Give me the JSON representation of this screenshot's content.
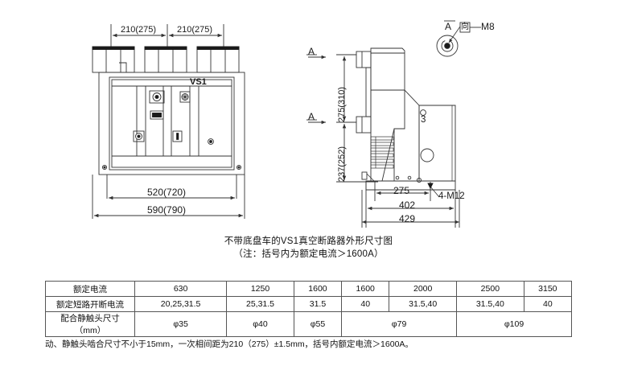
{
  "drawing": {
    "title_lines": [
      "不带底盘车的VS1真空断路器外形尺寸图",
      "（注：括号内为额定电流＞1600A）"
    ],
    "front_view": {
      "device_label": "VS1",
      "top_dim_left": "210(275)",
      "top_dim_right": "210(275)",
      "bottom_dim_inner": "520(720)",
      "bottom_dim_outer": "590(790)"
    },
    "side_view": {
      "section_arrow_top": "A",
      "section_arrow_bottom": "A",
      "vert_dim_top": "275(310)",
      "vert_dim_bottom": "237(252)",
      "horiz_dim_1": "275",
      "horiz_dim_2": "402",
      "horiz_dim_3": "429",
      "bolt_callout": "4-M12",
      "part_number": "3"
    },
    "detail_view": {
      "view_label": "A",
      "view_direction": "向",
      "thread_callout": "M8"
    }
  },
  "table": {
    "rows": [
      {
        "header": "额定电流",
        "cells": [
          {
            "text": "630",
            "span": 1
          },
          {
            "text": "1250",
            "span": 1
          },
          {
            "text": "1600",
            "span": 1
          },
          {
            "text": "1600",
            "span": 1
          },
          {
            "text": "2000",
            "span": 1
          },
          {
            "text": "2500",
            "span": 1
          },
          {
            "text": "3150",
            "span": 1
          }
        ]
      },
      {
        "header": "额定短路开断电流",
        "cells": [
          {
            "text": "20,25,31.5",
            "span": 1
          },
          {
            "text": "25,31.5",
            "span": 1
          },
          {
            "text": "31.5",
            "span": 1
          },
          {
            "text": "40",
            "span": 1
          },
          {
            "text": "31.5,40",
            "span": 1
          },
          {
            "text": "31.5,40",
            "span": 1
          },
          {
            "text": "40",
            "span": 1
          }
        ]
      },
      {
        "header": "配合静触头尺寸（mm）",
        "cells": [
          {
            "text": "φ35",
            "span": 1
          },
          {
            "text": "φ40",
            "span": 1
          },
          {
            "text": "φ55",
            "span": 1
          },
          {
            "text": "φ79",
            "span": 2
          },
          {
            "text": "φ109",
            "span": 2
          }
        ]
      }
    ]
  },
  "footnote": "动、静触头啮合尺寸不小于15mm，一次相间距为210（275）±1.5mm，括号内额定电流＞1600A。",
  "colors": {
    "line": "#333333",
    "fill_dark": "#1a1a1a",
    "background": "#ffffff"
  }
}
